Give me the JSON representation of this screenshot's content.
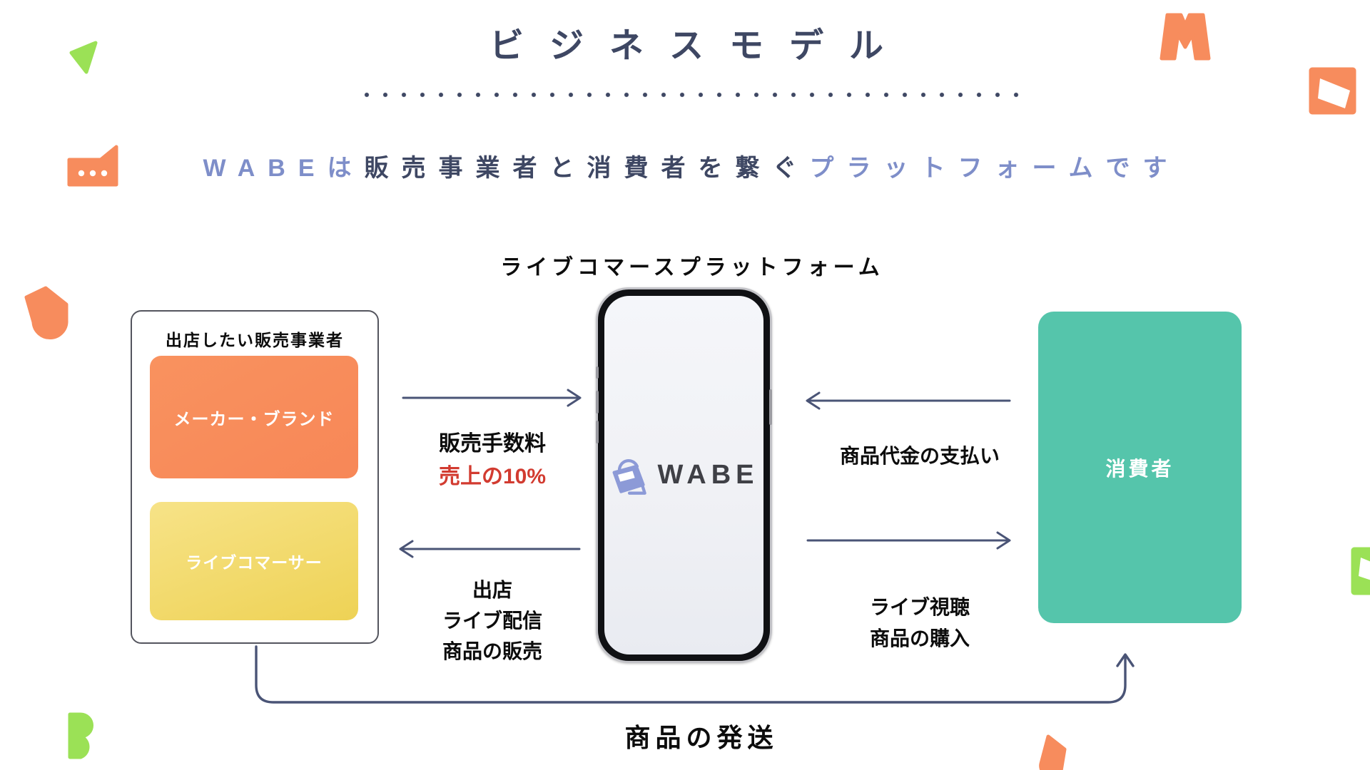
{
  "colors": {
    "navy": "#3e4763",
    "periwinkle": "#7e8ec9",
    "logoperi": "#8c9ad7",
    "orange": "#f78c5d",
    "teal": "#55c5ab",
    "red": "#d23b30",
    "arrow": "#4a5476",
    "lime": "#9be156"
  },
  "header": {
    "title": "ビジネスモデル",
    "subtitle": {
      "brand": "WABEは",
      "mid": "販売事業者と消費者を繋ぐ",
      "tail": "プラットフォームです"
    }
  },
  "diagram": {
    "platform_heading": "ライブコマースプラットフォーム",
    "seller_panel": {
      "title": "出店したい販売事業者",
      "boxes": [
        {
          "label": "メーカー・ブランド"
        },
        {
          "label": "ライブコマーサー"
        }
      ]
    },
    "phone": {
      "logo_text": "WABE"
    },
    "consumer_box": {
      "label": "消費者"
    },
    "flows": {
      "fee_title": "販売手数料",
      "fee_value": "売上の10%",
      "seller_actions": [
        "出店",
        "ライブ配信",
        "商品の販売"
      ],
      "payment": "商品代金の支払い",
      "consumer_actions": [
        "ライブ視聴",
        "商品の購入"
      ],
      "shipping": "商品の発送"
    }
  }
}
